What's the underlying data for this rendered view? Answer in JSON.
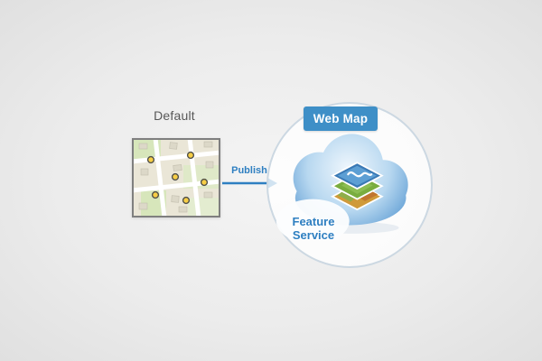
{
  "canvas": {
    "bg_center_color": "#f4f4f4",
    "bg_edge_color": "#e0e0e0"
  },
  "map": {
    "label": "Default",
    "marker_color": "#f7ce45",
    "marker_outline_color": "#52524a",
    "border_color": "#7f7f7f"
  },
  "arrow": {
    "label": "Publish",
    "color": "#2e7fc1"
  },
  "badge": {
    "label": "Web Map",
    "bg_color": "#3e8fc7",
    "text_color": "#ffffff"
  },
  "cloud": {
    "label_line1": "Feature",
    "label_line2": "Service",
    "label_color": "#2e7fc1",
    "cloud_edge_color": "#5b9ad2",
    "layer_colors": {
      "top": "#3a79b5",
      "middle": "#79ad3f",
      "bottom": "#cf9a3a"
    }
  }
}
